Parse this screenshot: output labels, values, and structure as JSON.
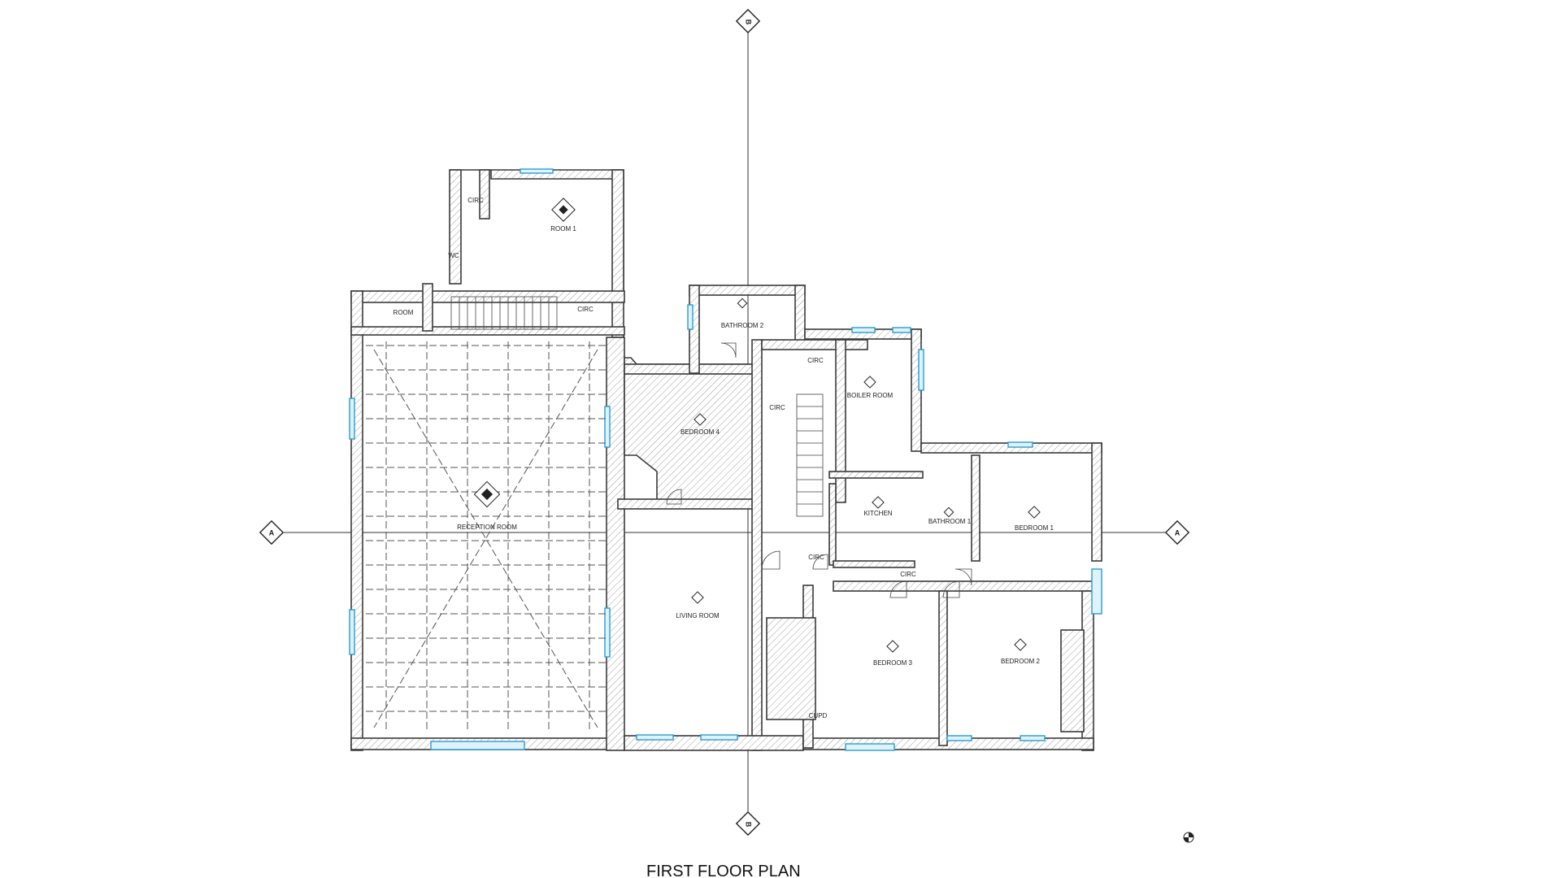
{
  "title": "FIRST FLOOR PLAN",
  "section_markers": {
    "vertical": "B",
    "horizontal": "A"
  },
  "rooms": [
    {
      "id": "room1",
      "label": "ROOM 1"
    },
    {
      "id": "circ_top",
      "label": "CIRC"
    },
    {
      "id": "wc",
      "label": "WC"
    },
    {
      "id": "room_small",
      "label": "ROOM"
    },
    {
      "id": "circ_stair",
      "label": "CIRC"
    },
    {
      "id": "reception",
      "label": "RECEPTION ROOM"
    },
    {
      "id": "bathroom2",
      "label": "BATHROOM 2"
    },
    {
      "id": "bedroom4",
      "label": "BEDROOM 4"
    },
    {
      "id": "circ_vertical",
      "label": "CIRC"
    },
    {
      "id": "circ_upper",
      "label": "CIRC"
    },
    {
      "id": "boiler",
      "label": "BOILER ROOM"
    },
    {
      "id": "living",
      "label": "LIVING ROOM"
    },
    {
      "id": "kitchen",
      "label": "KITCHEN"
    },
    {
      "id": "bathroom1",
      "label": "BATHROOM 1"
    },
    {
      "id": "bedroom1",
      "label": "BEDROOM 1"
    },
    {
      "id": "circ_lower",
      "label": "CIRC"
    },
    {
      "id": "circ_mid",
      "label": "CIRC"
    },
    {
      "id": "bedroom3",
      "label": "BEDROOM 3"
    },
    {
      "id": "bedroom2",
      "label": "BEDROOM 2"
    },
    {
      "id": "cupd",
      "label": "CUPD"
    }
  ]
}
